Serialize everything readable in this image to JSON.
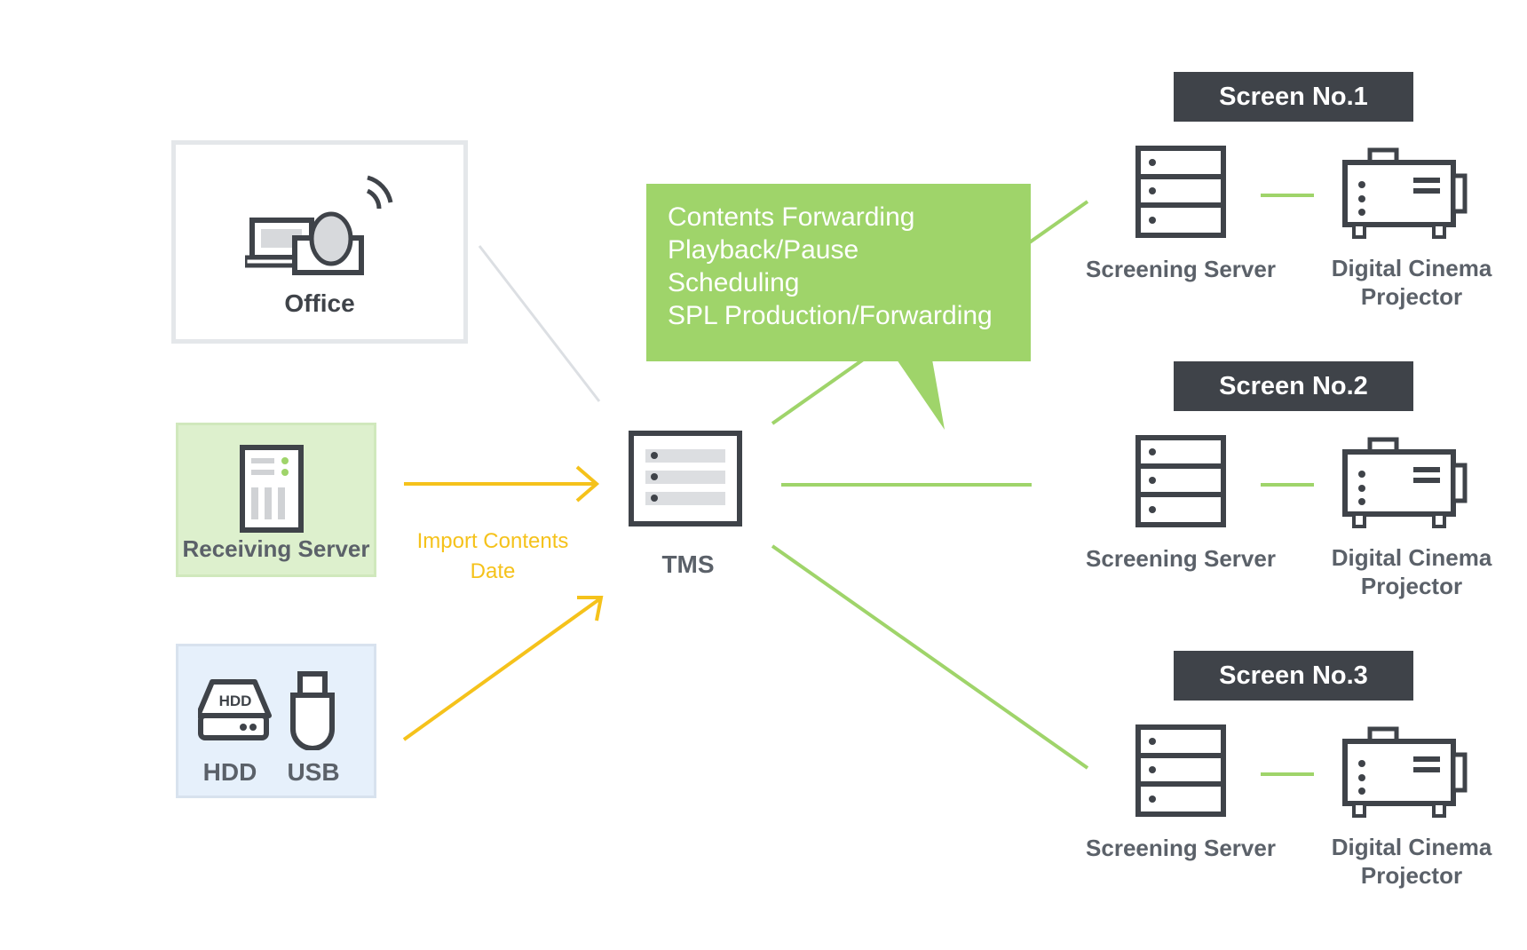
{
  "office": {
    "label": "Office"
  },
  "receiving": {
    "label": "Receiving Server"
  },
  "media": {
    "hdd_label": "HDD",
    "usb_label": "USB",
    "hdd_icon_text": "HDD"
  },
  "import": {
    "line1": "Import Contents",
    "line2": "Date"
  },
  "tms": {
    "label": "TMS"
  },
  "callout": {
    "lines": [
      "Contents Forwarding",
      "Playback/Pause",
      "Scheduling",
      "SPL Production/Forwarding"
    ]
  },
  "screens": [
    {
      "tag": "Screen No.1",
      "server_label": "Screening Server",
      "projector_line1": "Digital Cinema",
      "projector_line2": "Projector"
    },
    {
      "tag": "Screen No.2",
      "server_label": "Screening Server",
      "projector_line1": "Digital Cinema",
      "projector_line2": "Projector"
    },
    {
      "tag": "Screen No.3",
      "server_label": "Screening Server",
      "projector_line1": "Digital Cinema",
      "projector_line2": "Projector"
    }
  ],
  "colors": {
    "green": "#9fd46a",
    "yellow": "#f5c21b",
    "dark": "#3f4349",
    "gray_border": "#e4e7ea",
    "light_green_bg": "#ddf0cd",
    "light_blue_bg": "#e6f0fb"
  }
}
